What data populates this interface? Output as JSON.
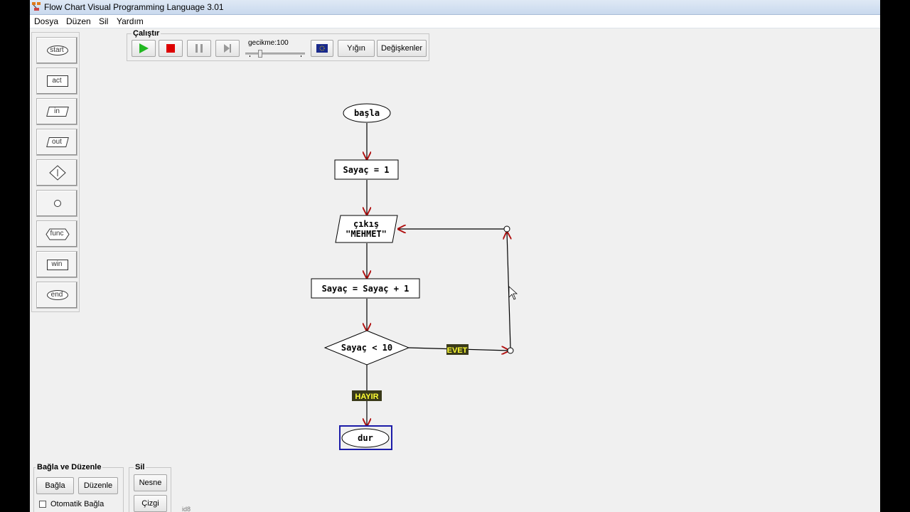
{
  "window": {
    "title": "Flow Chart Visual Programming Language 3.01"
  },
  "menu": {
    "items": [
      "Dosya",
      "Düzen",
      "Sil",
      "Yardım"
    ]
  },
  "toolbox": {
    "items": [
      "start",
      "act",
      "in",
      "out",
      "",
      "",
      "func",
      "win",
      "end"
    ]
  },
  "run_panel": {
    "title": "Çalıştır",
    "delay_label": "gecikme:100",
    "delay_value": 100,
    "stack_label": "Yığın",
    "variables_label": "Değişkenler"
  },
  "connect_panel": {
    "title": "Bağla ve Düzenle",
    "connect_label": "Bağla",
    "edit_label": "Düzenle",
    "auto_connect_label": "Otomatik Bağla",
    "auto_connect_checked": false
  },
  "delete_panel": {
    "title": "Sil",
    "object_label": "Nesne",
    "line_label": "Çizgi"
  },
  "status": {
    "id_text": "id8"
  },
  "flowchart": {
    "start": "başla",
    "init": "Sayaç = 1",
    "output_line1": "çıkış",
    "output_line2": "\"MEHMET\"",
    "increment": "Sayaç = Sayaç + 1",
    "condition": "Sayaç < 10",
    "yes_label": "EVET",
    "no_label": "HAYIR",
    "end": "dur"
  },
  "colors": {
    "arrow": "#b01010",
    "label_bg": "#3a3a1a",
    "label_fg": "#ffff33",
    "selected": "#1c1ca8",
    "play": "#22b822",
    "stop": "#dd0000"
  }
}
